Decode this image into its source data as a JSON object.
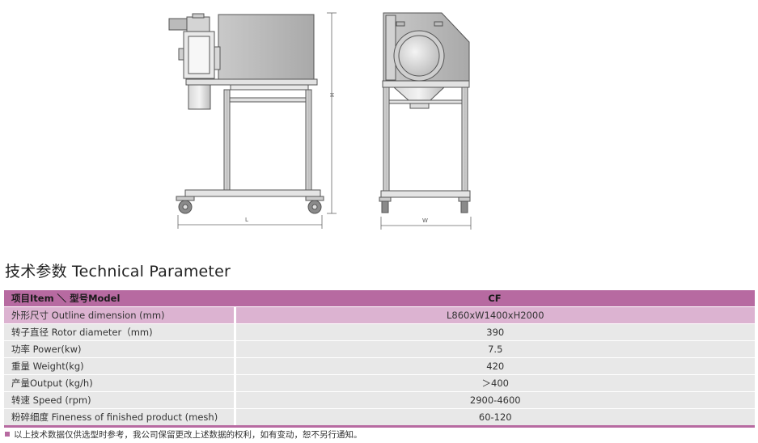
{
  "drawing": {
    "dim_height_label": "H",
    "dim_length_label": "L",
    "dim_width_label": "W"
  },
  "section_title": "技术参数 Technical Parameter",
  "table": {
    "header": {
      "item": "项目Item ＼ 型号Model",
      "model": "CF"
    },
    "rows": [
      {
        "label": "外形尺寸 Outline dimension (mm)",
        "value": "L860xW1400xH2000"
      },
      {
        "label": "转子直径 Rotor diameter（mm)",
        "value": "390"
      },
      {
        "label": "功率 Power(kw)",
        "value": "7.5"
      },
      {
        "label": "重量 Weight(kg)",
        "value": "420"
      },
      {
        "label": "产量Output (kg/h)",
        "value": "＞400"
      },
      {
        "label": "转速 Speed (rpm)",
        "value": "2900-4600"
      },
      {
        "label": "粉碎细度 Fineness of finished product (mesh)",
        "value": "60-120"
      }
    ]
  },
  "footnote": "以上技术数据仅供选型时参考，我公司保留更改上述数据的权利，如有变动，恕不另行通知。",
  "colors": {
    "accent": "#b76aa1",
    "highlight_row": "#dcb3d1",
    "row": "#e8e8e8"
  }
}
